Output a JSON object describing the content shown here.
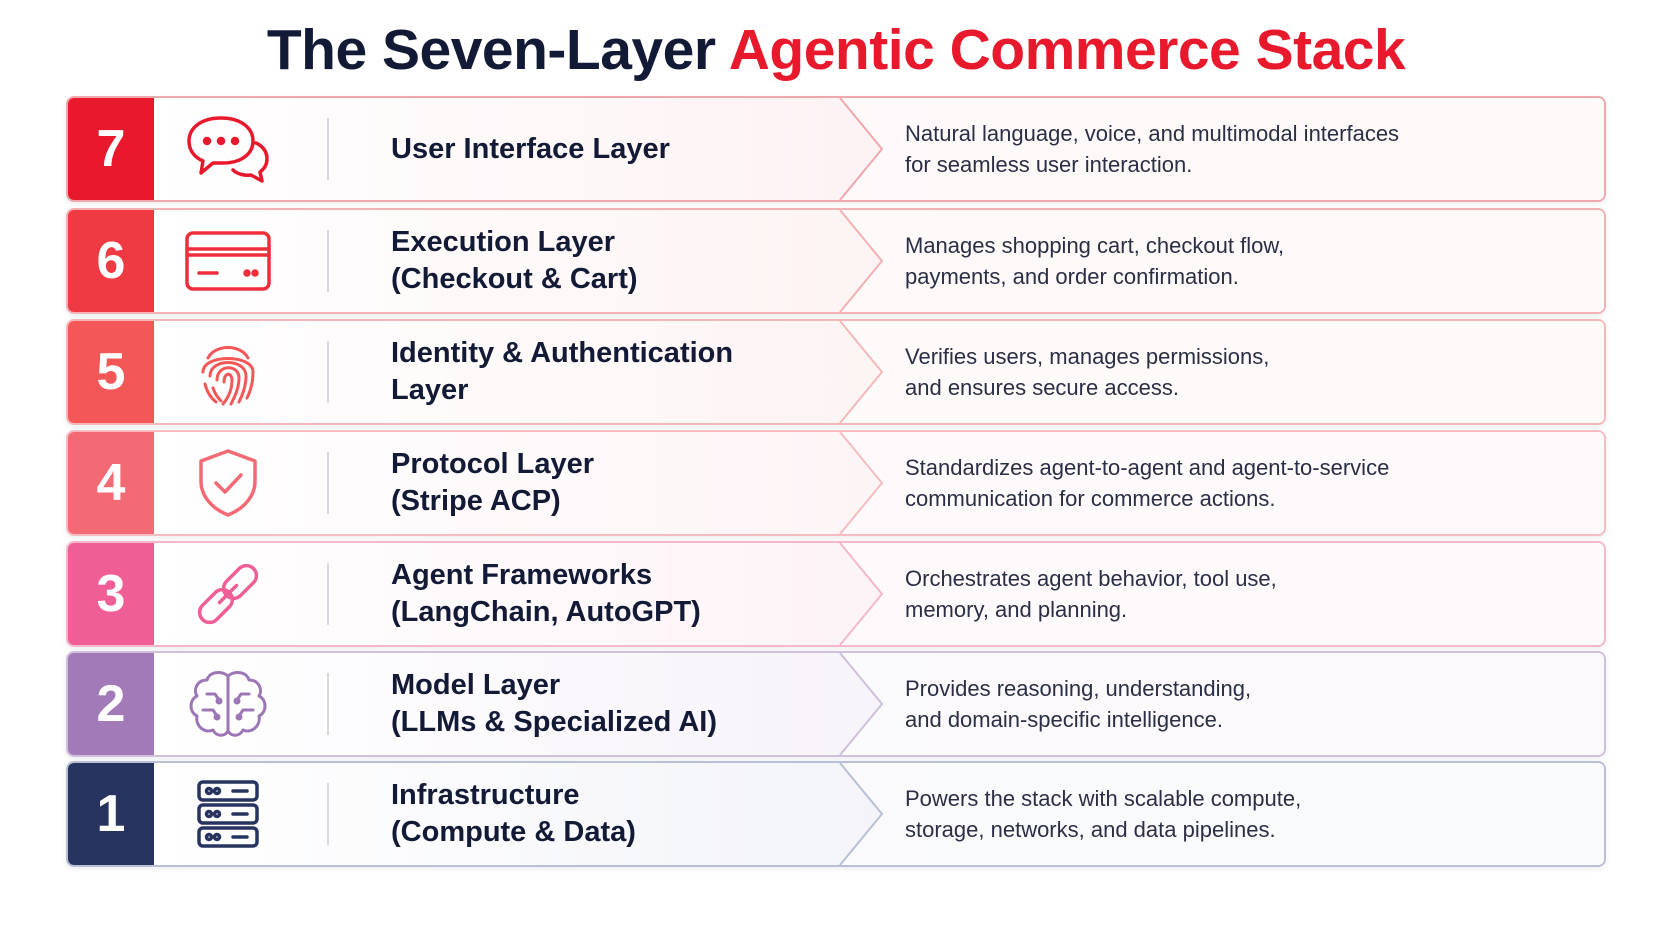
{
  "title": {
    "part1": "The Seven-Layer",
    "part2": "Agentic Commerce Stack"
  },
  "layers": [
    {
      "number": "7",
      "icon": "chat-bubbles-icon",
      "name_line1": "User Interface Layer",
      "name_line2": "",
      "desc_line1": "Natural language, voice, and multimodal interfaces",
      "desc_line2": "for seamless user interaction.",
      "color": "#e8192c",
      "border": "#f0a7ae",
      "tint": "#fdf1f2"
    },
    {
      "number": "6",
      "icon": "credit-card-icon",
      "name_line1": "Execution Layer",
      "name_line2": "(Checkout & Cart)",
      "desc_line1": "Manages shopping cart, checkout flow,",
      "desc_line2": "payments, and order confirmation.",
      "color": "#f03a43",
      "border": "#f3b1b4",
      "tint": "#fdf2f2"
    },
    {
      "number": "5",
      "icon": "fingerprint-icon",
      "name_line1": "Identity & Authentication Layer",
      "name_line2": "",
      "desc_line1": "Verifies users, manages permissions,",
      "desc_line2": "and ensures secure access.",
      "color": "#f35757",
      "border": "#f4b8b8",
      "tint": "#fdf3f3"
    },
    {
      "number": "4",
      "icon": "shield-check-icon",
      "name_line1": "Protocol Layer",
      "name_line2": "(Stripe ACP)",
      "desc_line1": "Standardizes agent-to-agent and agent-to-service",
      "desc_line2": "communication for commerce actions.",
      "color": "#f46a74",
      "border": "#f5bcc2",
      "tint": "#fdf3f5"
    },
    {
      "number": "3",
      "icon": "link-icon",
      "name_line1": "Agent Frameworks",
      "name_line2": "(LangChain, AutoGPT)",
      "desc_line1": "Orchestrates agent behavior, tool use,",
      "desc_line2": "memory, and planning.",
      "color": "#ef5f95",
      "border": "#f4b7cd",
      "tint": "#fdf2f6"
    },
    {
      "number": "2",
      "icon": "brain-icon",
      "name_line1": "Model Layer",
      "name_line2": "(LLMs & Specialized AI)",
      "desc_line1": "Provides reasoning, understanding,",
      "desc_line2": "and domain-specific intelligence.",
      "color": "#a27ab8",
      "border": "#cfc0dc",
      "tint": "#f6f2f9"
    },
    {
      "number": "1",
      "icon": "server-icon",
      "name_line1": "Infrastructure",
      "name_line2": "(Compute & Data)",
      "desc_line1": "Powers the stack with scalable compute,",
      "desc_line2": "storage, networks, and data pipelines.",
      "color": "#27345f",
      "border": "#b9bfd4",
      "tint": "#f2f3f8"
    }
  ]
}
